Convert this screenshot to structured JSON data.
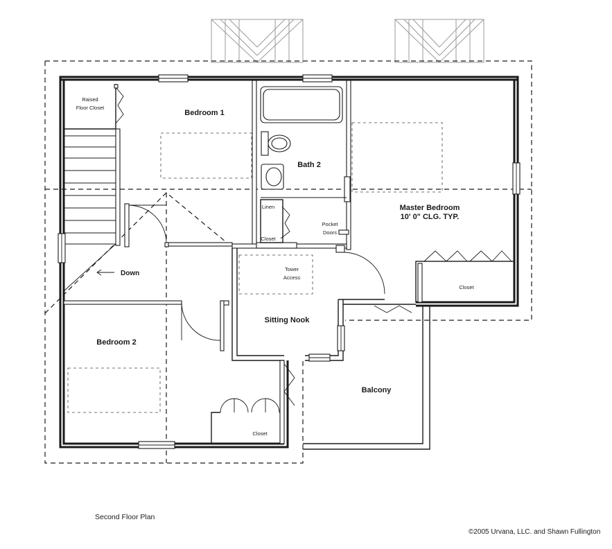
{
  "plan": {
    "rooms": {
      "bedroom1": "Bedroom 1",
      "bath2": "Bath 2",
      "master_line1": "Master Bedroom",
      "master_line2": "10' 0\" CLG. TYP.",
      "bedroom2": "Bedroom 2",
      "sitting_nook": "Sitting Nook",
      "balcony": "Balcony"
    },
    "small_labels": {
      "raised_closet_line1": "Raised",
      "raised_closet_line2": "Floor Closet",
      "linen": "Linen",
      "linen_closet": "Closet",
      "pocket_line1": "Pocket",
      "pocket_line2": "Doors",
      "tower_line1": "Tower",
      "tower_line2": "Access",
      "master_closet": "Closet",
      "bedroom2_closet": "Closet",
      "down": "Down"
    }
  },
  "footer": {
    "title": "Second Floor Plan",
    "copyright": "©2005 Urvana, LLC. and Shawn Fullington"
  }
}
